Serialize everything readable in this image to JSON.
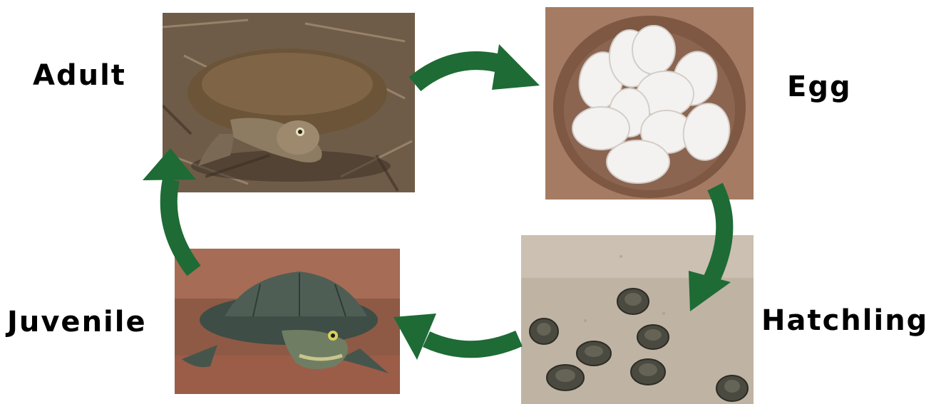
{
  "stages": {
    "adult": "Adult",
    "egg": "Egg",
    "hatchling": "Hatchling",
    "juvenile": "Juvenile"
  },
  "colors": {
    "arrow": "#1e6b35",
    "label": "#000000"
  }
}
